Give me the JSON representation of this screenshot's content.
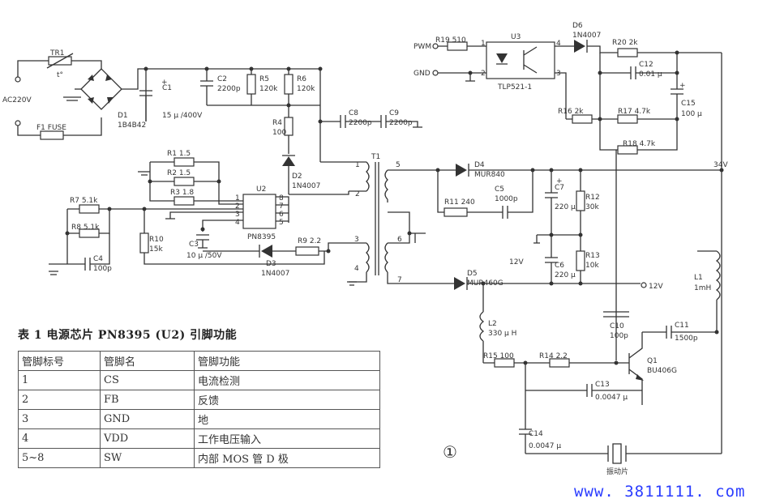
{
  "schematic": {
    "labels": {
      "tr1": "TR1",
      "t": "t°",
      "ac": "AC220V",
      "fuse": "F1 FUSE",
      "d1": "D1",
      "d1_part": "1B4B42",
      "c1_name": "C1",
      "c1_val": "15 μ /400V",
      "c2_name": "C2",
      "c2_val": "2200p",
      "r5_name": "R5",
      "r5_val": "120k",
      "r6_name": "R6",
      "r6_val": "120k",
      "r4_name": "R4",
      "r4_val": "100",
      "d2": "D2",
      "d2_part": "1N4007",
      "c8": "C8",
      "c8_val": "2200p",
      "c9": "C9",
      "c9_val": "2200p",
      "r1": "R1  1.5",
      "r2": "R2  1.5",
      "r3": "R3  1.8",
      "r7": "R7  5.1k",
      "r8": "R8  5.1k",
      "c4": "C4",
      "c4_val": "100p",
      "r10": "R10",
      "r10_val": "15k",
      "c3": "C3",
      "c3_val": "10 μ /50V",
      "u2": "U2",
      "pn": "PN8395",
      "r9": "R9  2.2",
      "d3": "D3",
      "d3_part": "1N4007",
      "pwm": "PWM",
      "gnd": "GND",
      "r19": "R19  510",
      "u3": "U3",
      "tlp": "TLP521-1",
      "d6": "D6",
      "d6_part": "1N4007",
      "r20": "R20  2k",
      "c12": "C12",
      "c12_val": "0.01 μ",
      "c15": "C15",
      "c15_val": "100 μ",
      "r16": "R16  2k",
      "r17": "R17  4.7k",
      "r18": "R18  4.7k",
      "v34": "34V",
      "t1": "T1",
      "d4": "D4",
      "d4_part": "MUR840",
      "r11": "R11  240",
      "c5": "C5",
      "c5_val": "1000p",
      "c7": "C7",
      "c7_val": "220 μ",
      "r12": "R12",
      "r12_val": "30k",
      "r13": "R13",
      "r13_val": "10k",
      "c6": "C6",
      "c6_val": "220 μ",
      "v12": "12V",
      "v12b": "12V",
      "d5": "D5",
      "d5_part": "MUR460G",
      "l1": "L1",
      "l1_val": "1mH",
      "l2": "L2",
      "l2_val": "330 μ H",
      "c10": "C10",
      "c10_val": "100p",
      "c11": "C11",
      "c11_val": "1500p",
      "r15": "R15  100",
      "r14": "R14  2.2",
      "q1": "Q1",
      "q1_part": "BU406G",
      "c13": "C13",
      "c13_val": "0.0047 μ",
      "c14": "C14",
      "c14_val": "0.0047 μ",
      "vib": "振动片"
    },
    "pins": {
      "p1": "1",
      "p2": "2",
      "p3": "3",
      "p4": "4",
      "p5": "5",
      "p6": "6",
      "p7": "7",
      "p8": "8",
      "u2_1": "1",
      "u2_2": "2",
      "u2_3": "3",
      "u2_4": "4",
      "u2_5": "5",
      "u2_6": "6",
      "u2_7": "7",
      "u2_8": "8",
      "u3_1": "1",
      "u3_2": "2",
      "u3_3": "3",
      "u3_4": "4"
    }
  },
  "table": {
    "title": "表 1   电源芯片 PN8395 (U2) 引脚功能",
    "headers": [
      "管脚标号",
      "管脚名",
      "管脚功能"
    ],
    "rows": [
      [
        "1",
        "CS",
        "电流检测"
      ],
      [
        "2",
        "FB",
        "反馈"
      ],
      [
        "3",
        "GND",
        "地"
      ],
      [
        "4",
        "VDD",
        "工作电压输入"
      ],
      [
        "5~8",
        "SW",
        "内部 MOS 管 D 极"
      ]
    ]
  },
  "figure_label": "①",
  "watermark": "www. 3811111. com"
}
